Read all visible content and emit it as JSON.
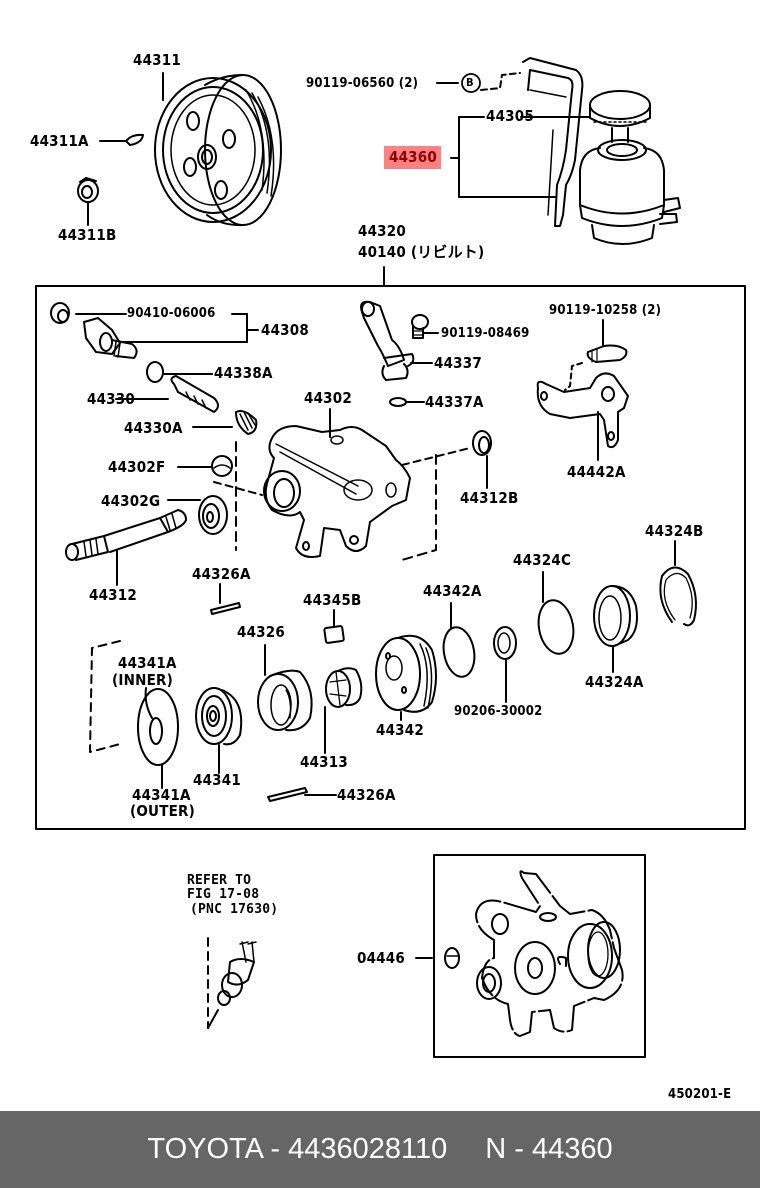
{
  "diagram": {
    "title_code": "450201-E",
    "highlight_color": "#ff8080",
    "highlight_text_color": "#8b0000",
    "labels": {
      "pulley": "44311",
      "pulley_key": "44311A",
      "pulley_nut": "44311B",
      "bracket_bolt": "90119-06560 (2)",
      "callout_b": "B",
      "reservoir_cap": "44305",
      "reservoir_assy": "44360",
      "pump_assy": "44320",
      "pump_rebuilt": "40140 (リビルト)",
      "union_bolt": "90410-06006",
      "union_assy": "44308",
      "oring_union": "44338A",
      "flow_valve": "44330",
      "valve_spring": "44330A",
      "plug": "44302F",
      "oil_seal": "44302G",
      "shaft": "44312",
      "pin_top": "44326A",
      "pump_body": "44302",
      "suction_bolt": "90119-08469",
      "suction_port": "44337",
      "oring_suction": "44337A",
      "bracket_bolt2": "90119-10258 (2)",
      "bracket": "44442A",
      "seal_ring": "44312B",
      "vane": "44345B",
      "cam_ring": "44326",
      "rotor": "44313",
      "side_plate_inner": "44341A",
      "inner_note": "(INNER)",
      "side_plate_outer": "44341A",
      "outer_note": "(OUTER)",
      "front_plate": "44341",
      "pin_bottom": "44326A",
      "rear_plate": "44342",
      "oring_rear": "44342A",
      "snap_ring_small": "90206-30002",
      "oring_cover": "44324C",
      "cover": "44324A",
      "snap_ring": "44324B",
      "gasket_kit": "04446",
      "refer_note_1": "REFER TO",
      "refer_note_2": "FIG 17-08",
      "refer_note_3": "(PNC 17630)"
    }
  },
  "footer": {
    "brand_part": "TOYOTA - 4436028110",
    "ref_part": "N - 44360"
  }
}
